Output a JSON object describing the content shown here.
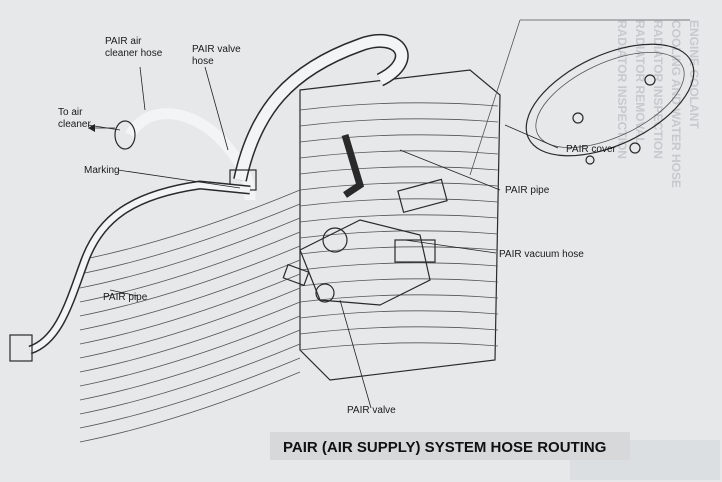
{
  "title": "PAIR (AIR SUPPLY) SYSTEM HOSE ROUTING",
  "labels": {
    "pair_air_cleaner_hose": [
      "PAIR air",
      "cleaner hose"
    ],
    "pair_valve_hose": [
      "PAIR valve",
      "hose"
    ],
    "to_air_cleaner": [
      "To air",
      "cleaner"
    ],
    "marking": "Marking",
    "pair_pipe_left": "PAIR pipe",
    "pair_cover": "PAIR cover",
    "pair_pipe_right": "PAIR pipe",
    "pair_vacuum_hose": "PAIR vacuum hose",
    "pair_valve": "PAIR valve"
  }
}
